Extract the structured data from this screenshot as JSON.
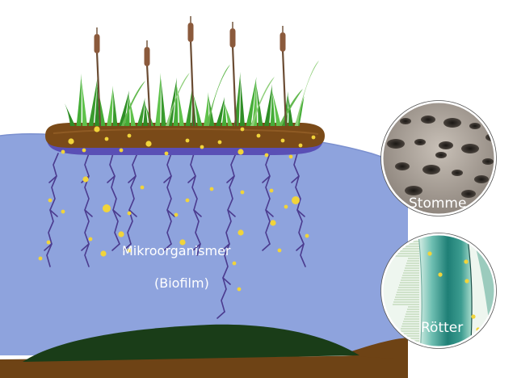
{
  "labels": {
    "microorganisms": "Mikroorganismer",
    "biofilm": "(Biofilm)",
    "stomme": "Stomme",
    "rotter": "Rötter"
  },
  "colors": {
    "water": "#8ea3dd",
    "mat_top": "#7a4a18",
    "mat_bottom": "#5a4fb5",
    "bacteria": "#f1d43a",
    "roots": "#4b3b8f",
    "sediment": "#6e4315",
    "mound": "#1a3d18",
    "reed_stem": "#6b4c33",
    "reed_head": "#8b5a3c",
    "grass": "#3a9b2e",
    "zoom_stone": "#a89d92",
    "zoom_root": "#2f8e84"
  },
  "icons": [
    "reed-plant-icon",
    "grass-icon",
    "root-icon",
    "bacteria-dot-icon",
    "magnifier-circle-icon"
  ]
}
